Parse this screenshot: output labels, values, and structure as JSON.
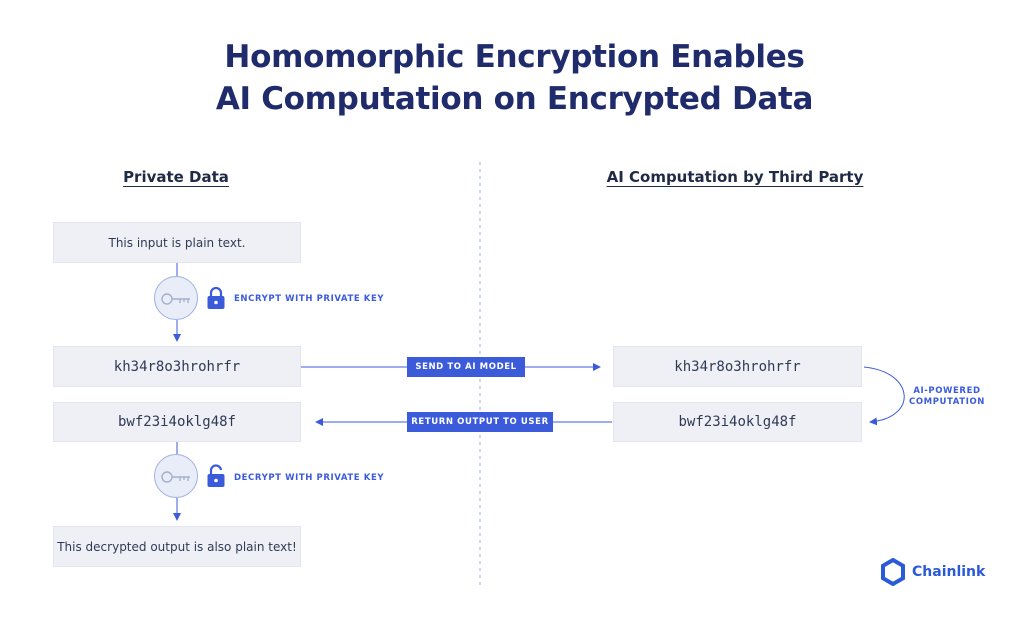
{
  "title": {
    "line1": "Homomorphic Encryption Enables",
    "line2": "AI Computation on Encrypted Data"
  },
  "left": {
    "heading": "Private Data",
    "input_text": "This input is plain text.",
    "encrypt_label": "ENCRYPT WITH PRIVATE KEY",
    "encrypted_value": "kh34r8o3hrohrfr",
    "returned_value": "bwf23i4oklg48f",
    "decrypt_label": "DECRYPT WITH PRIVATE KEY",
    "output_text": "This decrypted output is also plain text!"
  },
  "middle": {
    "send_label": "SEND TO AI MODEL",
    "return_label": "RETURN OUTPUT TO USER"
  },
  "right": {
    "heading": "AI Computation by Third Party",
    "received_value": "kh34r8o3hrohrfr",
    "computed_value": "bwf23i4oklg48f",
    "ai_label_line1": "AI-POWERED",
    "ai_label_line2": "COMPUTATION"
  },
  "brand": {
    "name": "Chainlink"
  },
  "icons": [
    "key-icon",
    "lock-closed-icon",
    "lock-open-icon",
    "chainlink-logo-icon"
  ],
  "colors": {
    "accent": "#3b5bdb",
    "title": "#1f2b6b",
    "box_bg": "#eef0f6",
    "divider": "#a9bde6"
  }
}
